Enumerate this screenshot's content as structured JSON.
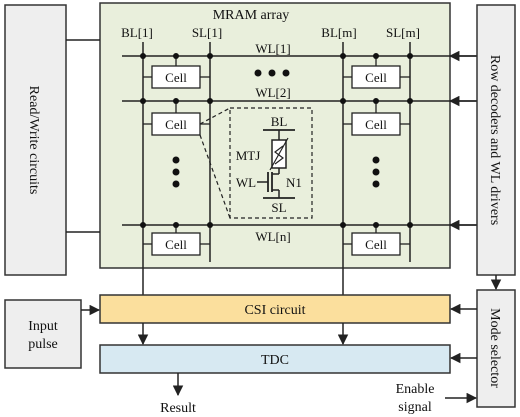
{
  "mram": {
    "title": "MRAM array",
    "bl_first": "BL[1]",
    "sl_first": "SL[1]",
    "bl_last": "BL[m]",
    "sl_last": "SL[m]",
    "wl_first": "WL[1]",
    "wl_second": "WL[2]",
    "wl_last": "WL[n]",
    "cell_label": "Cell"
  },
  "inset": {
    "bl": "BL",
    "mtj": "MTJ",
    "wl": "WL",
    "n1": "N1",
    "sl": "SL"
  },
  "blocks": {
    "read_write": "Read/Write circuits",
    "row_decoders": "Row decoders and WL drivers",
    "csi": "CSI circuit",
    "tdc": "TDC",
    "input_pulse_line1": "Input",
    "input_pulse_line2": "pulse",
    "mode_selector": "Mode selector"
  },
  "io": {
    "result": "Result",
    "enable_line1": "Enable",
    "enable_line2": "signal"
  },
  "colors": {
    "array_fill": "#e9efdc",
    "csi_fill": "#fbdf9d",
    "tdc_fill": "#d7e9f2",
    "panel_fill": "#eeeeee",
    "stroke": "#333333"
  }
}
